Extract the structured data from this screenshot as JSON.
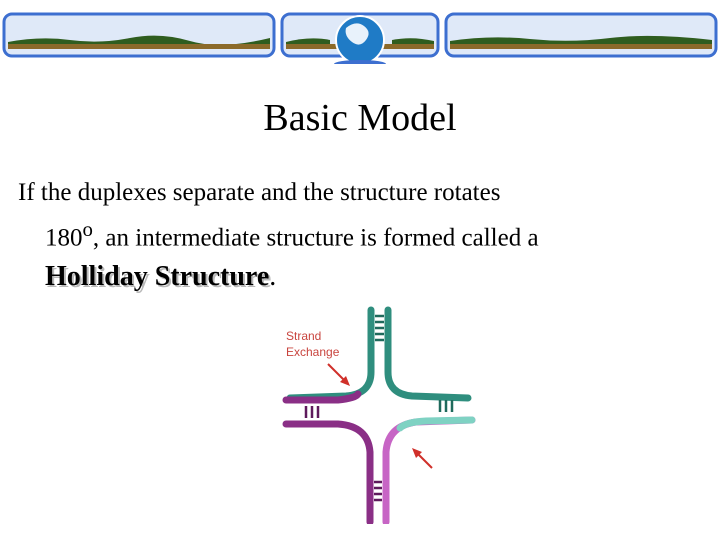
{
  "slide": {
    "title": "Basic Model",
    "body_line1": "If the duplexes separate and the structure rotates",
    "body_line2_prefix": "180",
    "body_line2_superscript": "o",
    "body_line2_rest": ", an intermediate structure is formed called a",
    "term": "Holliday Structure",
    "term_suffix": "."
  },
  "figure": {
    "label_line1": "Strand",
    "label_line2": "Exchange",
    "colors": {
      "teal": "#2f8e7e",
      "teal_dark": "#1f6a5c",
      "purple": "#8a2f86",
      "purple_dark": "#5e1a5c",
      "pink": "#c765c5",
      "light_teal": "#7fd2c3",
      "arrow": "#d0302a",
      "label": "#c9453f"
    },
    "icons": [
      "strand-exchange-arrow-icon",
      "junction-arrow-icon"
    ]
  },
  "banner": {
    "colors": {
      "border": "#3d6fd0",
      "sky": "#dfe9f8",
      "land": "#8b6a2a",
      "hills": "#2f5d1f",
      "globe": "#1f7bc6"
    }
  }
}
